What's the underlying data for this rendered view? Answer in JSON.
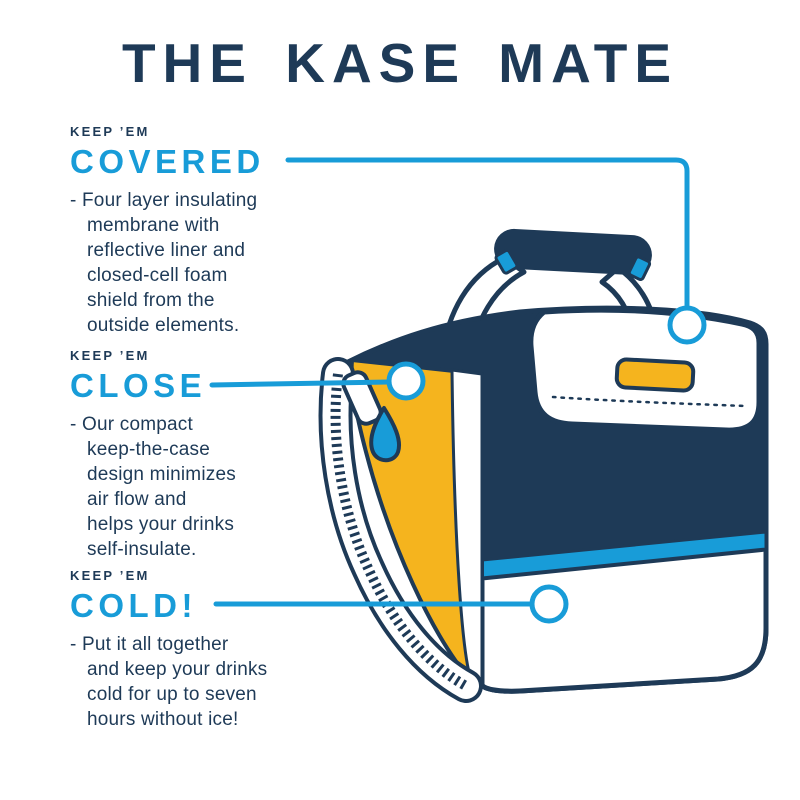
{
  "page": {
    "title": "THE KASE MATE"
  },
  "palette": {
    "navy": "#1e3a57",
    "cyan": "#189cd8",
    "yellow": "#f5b41e",
    "white": "#ffffff",
    "background": "#ffffff"
  },
  "sections": [
    {
      "id": "covered",
      "eyebrow": "KEEP ’EM",
      "heading": "COVERED",
      "body": "- Four layer insulating\nmembrane with\nreflective liner and\nclosed-cell foam\nshield from the\noutside elements."
    },
    {
      "id": "close",
      "eyebrow": "KEEP ’EM",
      "heading": "CLOSE",
      "body": "- Our compact\nkeep-the-case\ndesign minimizes\nair flow and\nhelps your drinks\nself-insulate."
    },
    {
      "id": "cold",
      "eyebrow": "KEEP ’EM",
      "heading": "COLD!",
      "body": "- Put it all together\nand keep your drinks\ncold for up to seven\nhours without ice!"
    }
  ],
  "illustration": {
    "name": "kase-mate-cooler-bag",
    "markers": [
      "covered",
      "close",
      "cold"
    ]
  }
}
